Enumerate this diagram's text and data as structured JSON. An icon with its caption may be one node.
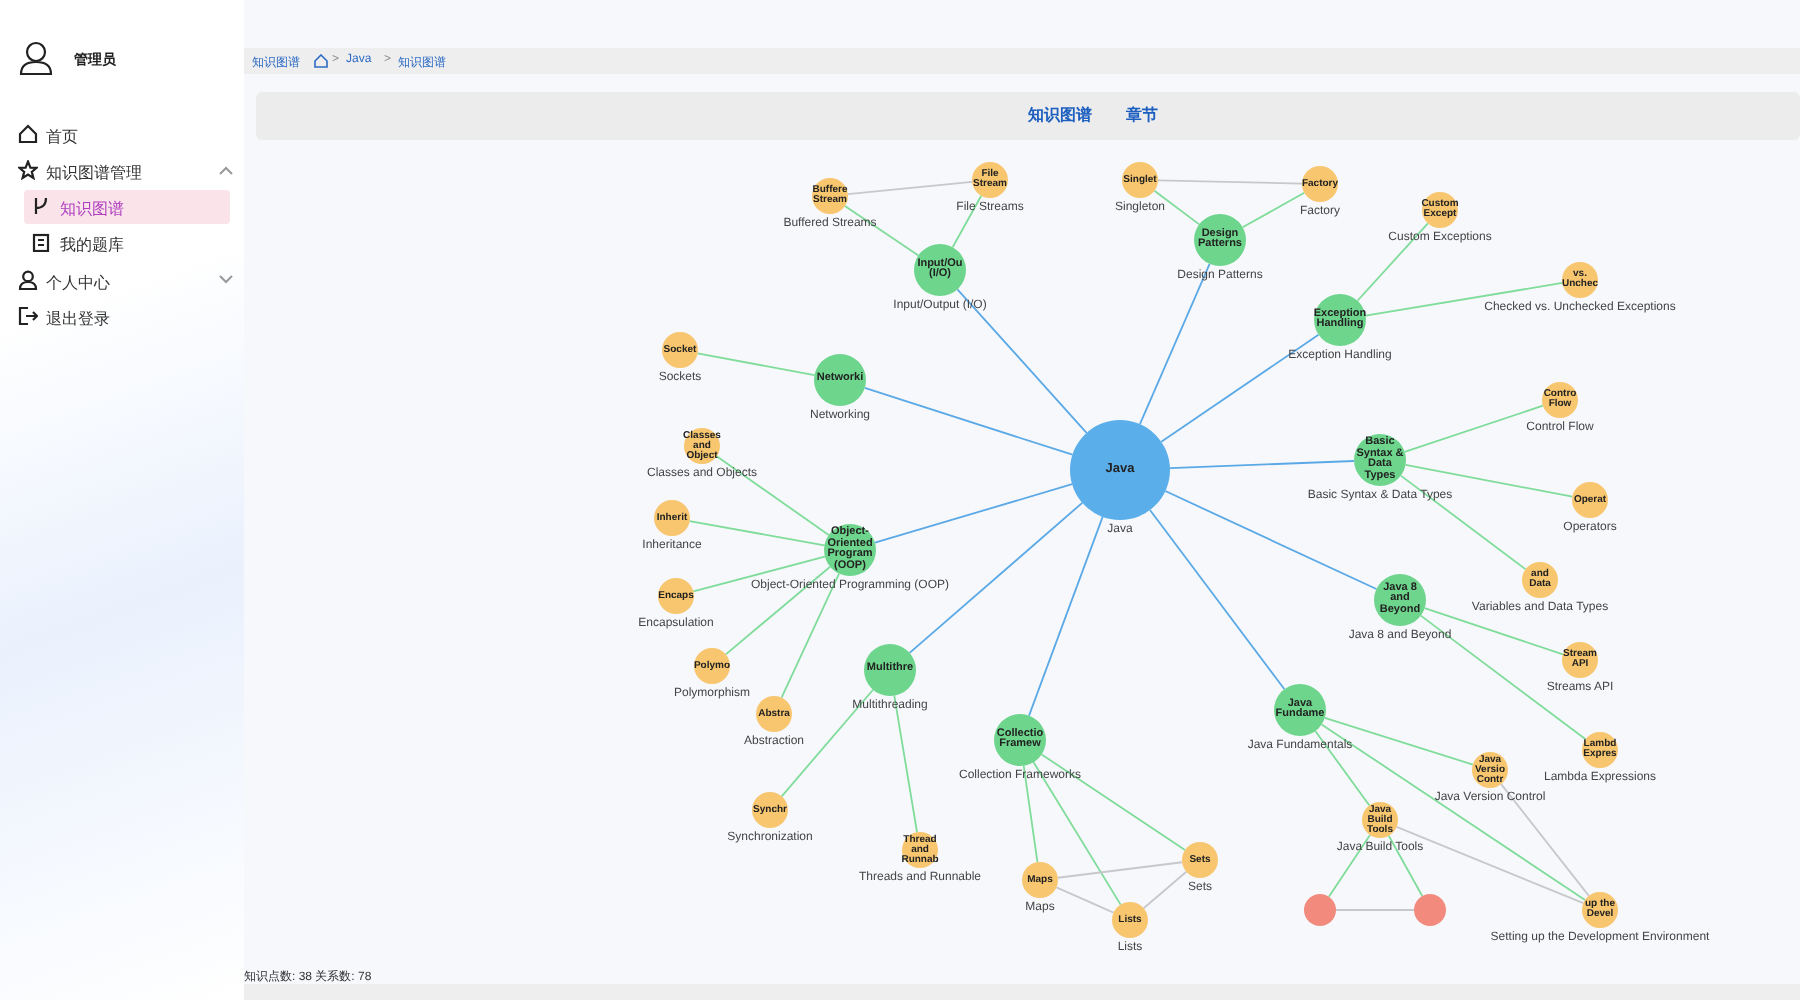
{
  "diagram": {
    "nodes": [
      {
        "text": [
          "Java",
          "Java"
        ]
      },
      {
        "text": [
          "Input/Ou (I/O)",
          "Input/Output (I/O)"
        ]
      },
      {
        "text": [
          "Networki",
          "Networking"
        ]
      },
      {
        "text": [
          "Object-Oriented Program (OOP)",
          "Object-Oriented Programming (OOP)"
        ]
      },
      {
        "text": [
          "Design Patterns",
          "Design Patterns"
        ]
      },
      {
        "text": [
          "Basic Syntax & Data Types",
          "Basic Syntax & Data Types"
        ]
      },
      {
        "text": [
          "Exception Handling",
          "Exception Handling"
        ]
      },
      {
        "text": [
          "Multithre",
          "Multithreading"
        ]
      },
      {
        "text": [
          "Collectio Framew",
          "Collection Frameworks"
        ]
      },
      {
        "text": [
          "Java Fundame",
          "Java Fundamentals"
        ]
      },
      {
        "text": [
          "Java 8 and Beyond",
          "Java 8 and Beyond"
        ]
      },
      {
        "text": [
          "Buffere Stream",
          "Buffered Streams"
        ]
      },
      {
        "text": [
          "File Stream",
          "File Streams"
        ]
      },
      {
        "text": [
          "Socket",
          "Sockets"
        ]
      },
      {
        "text": [
          "Custom Except",
          "Custom Exceptions"
        ]
      },
      {
        "text": [
          "vs. Unchec",
          "Checked vs. Unchecked Exceptions"
        ]
      },
      {
        "text": [
          "Synchr",
          "Synchronization"
        ]
      },
      {
        "text": [
          "Classes and Object",
          "Classes and Objects"
        ]
      },
      {
        "text": [
          "Polymo",
          "Polymorphism"
        ]
      },
      {
        "text": [
          "Inherit",
          "Inheritance"
        ]
      },
      {
        "text": [
          "Encaps",
          "Encapsulation"
        ]
      },
      {
        "text": [
          "Abstra",
          "Abstraction"
        ]
      },
      {
        "text": [
          "Thread and Runnab",
          "Threads and Runnable"
        ]
      },
      {
        "text": [
          "Singlet",
          "Singleton"
        ]
      },
      {
        "text": [
          "Factory",
          "Factory"
        ]
      },
      {
        "text": [
          "Contro Flow",
          "Control Flow"
        ]
      },
      {
        "text": [
          "Operat",
          "Operators"
        ]
      },
      {
        "text": [
          "and Data",
          "Variables and Data Types"
        ]
      },
      {
        "text": [
          "Maps",
          "Maps"
        ]
      },
      {
        "text": [
          "Lists",
          "Lists"
        ]
      },
      {
        "text": [
          "Sets",
          "Sets"
        ]
      },
      {
        "text": [
          "Stream API",
          "Streams API"
        ]
      },
      {
        "text": [
          "Lambd Expres",
          "Lambda Expressions"
        ]
      },
      {
        "text": [
          "Java Build Tools",
          "Java Build Tools"
        ]
      },
      {
        "text": [
          "Java Versio Contr",
          "Java Version Control"
        ]
      },
      {
        "text": [
          "up the Devel",
          "Setting up the Development Environment"
        ]
      },
      {
        "text": [],
        "shape": "circle"
      },
      {
        "text": [],
        "shape": "circle"
      }
    ],
    "edges": [
      {
        "from": 0,
        "to": 1,
        "arrow": "none",
        "color": "#5aa9e6"
      },
      {
        "from": 0,
        "to": 2,
        "arrow": "none",
        "color": "#5aa9e6"
      },
      {
        "from": 0,
        "to": 3,
        "arrow": "none",
        "color": "#5aa9e6"
      },
      {
        "from": 0,
        "to": 4,
        "arrow": "none",
        "color": "#5aa9e6"
      },
      {
        "from": 0,
        "to": 5,
        "arrow": "none",
        "color": "#5aa9e6"
      },
      {
        "from": 0,
        "to": 6,
        "arrow": "none",
        "color": "#5aa9e6"
      },
      {
        "from": 0,
        "to": 7,
        "arrow": "none",
        "color": "#5aa9e6"
      },
      {
        "from": 0,
        "to": 8,
        "arrow": "none",
        "color": "#5aa9e6"
      },
      {
        "from": 0,
        "to": 9,
        "arrow": "none",
        "color": "#5aa9e6"
      },
      {
        "from": 0,
        "to": 10,
        "arrow": "none",
        "color": "#5aa9e6"
      },
      {
        "from": 1,
        "to": 11,
        "arrow": "none"
      },
      {
        "from": 1,
        "to": 12,
        "arrow": "none"
      },
      {
        "from": 2,
        "to": 13,
        "arrow": "none"
      },
      {
        "from": 3,
        "to": 17,
        "arrow": "none"
      },
      {
        "from": 3,
        "to": 18,
        "arrow": "none"
      },
      {
        "from": 3,
        "to": 19,
        "arrow": "none"
      },
      {
        "from": 3,
        "to": 20,
        "arrow": "none"
      },
      {
        "from": 3,
        "to": 21,
        "arrow": "none"
      },
      {
        "from": 7,
        "to": 16,
        "arrow": "none"
      },
      {
        "from": 7,
        "to": 22,
        "arrow": "none"
      },
      {
        "from": 4,
        "to": 23,
        "arrow": "none"
      },
      {
        "from": 4,
        "to": 24,
        "arrow": "none"
      },
      {
        "from": 5,
        "to": 25,
        "arrow": "none"
      },
      {
        "from": 5,
        "to": 26,
        "arrow": "none"
      },
      {
        "from": 5,
        "to": 27,
        "arrow": "none"
      },
      {
        "from": 6,
        "to": 14,
        "arrow": "none"
      },
      {
        "from": 6,
        "to": 15,
        "arrow": "none"
      },
      {
        "from": 8,
        "to": 28,
        "arrow": "none"
      },
      {
        "from": 8,
        "to": 29,
        "arrow": "none"
      },
      {
        "from": 8,
        "to": 30,
        "arrow": "none"
      },
      {
        "from": 10,
        "to": 31,
        "arrow": "none"
      },
      {
        "from": 10,
        "to": 32,
        "arrow": "none"
      },
      {
        "from": 9,
        "to": 33,
        "arrow": "none"
      },
      {
        "from": 9,
        "to": 34,
        "arrow": "none"
      },
      {
        "from": 9,
        "to": 35,
        "arrow": "none"
      },
      {
        "from": 33,
        "to": 36,
        "arrow": "none"
      },
      {
        "from": 33,
        "to": 37,
        "arrow": "none"
      },
      {
        "from": 11,
        "to": 12,
        "arrow": "none",
        "color": "#c8c8cc"
      },
      {
        "from": 23,
        "to": 24,
        "arrow": "none",
        "color": "#c8c8cc"
      },
      {
        "from": 28,
        "to": 29,
        "arrow": "none",
        "color": "#c8c8cc"
      },
      {
        "from": 28,
        "to": 30,
        "arrow": "none",
        "color": "#c8c8cc"
      },
      {
        "from": 29,
        "to": 30,
        "arrow": "none",
        "color": "#c8c8cc"
      },
      {
        "from": 33,
        "to": 35,
        "arrow": "none",
        "color": "#c8c8cc"
      },
      {
        "from": 34,
        "to": 35,
        "arrow": "none",
        "color": "#c8c8cc"
      },
      {
        "from": 36,
        "to": 37,
        "arrow": "none",
        "color": "#c8c8cc"
      }
    ],
    "labels": [
      "管理员",
      "首页",
      "知识图谱管理",
      "知识图谱",
      "我的题库",
      "个人中心",
      "退出登录",
      "知识图谱",
      ">",
      "Java",
      ">",
      "知识图谱",
      "知识图谱",
      "章节",
      "知识点数: 38 关系数: 78"
    ]
  }
}
